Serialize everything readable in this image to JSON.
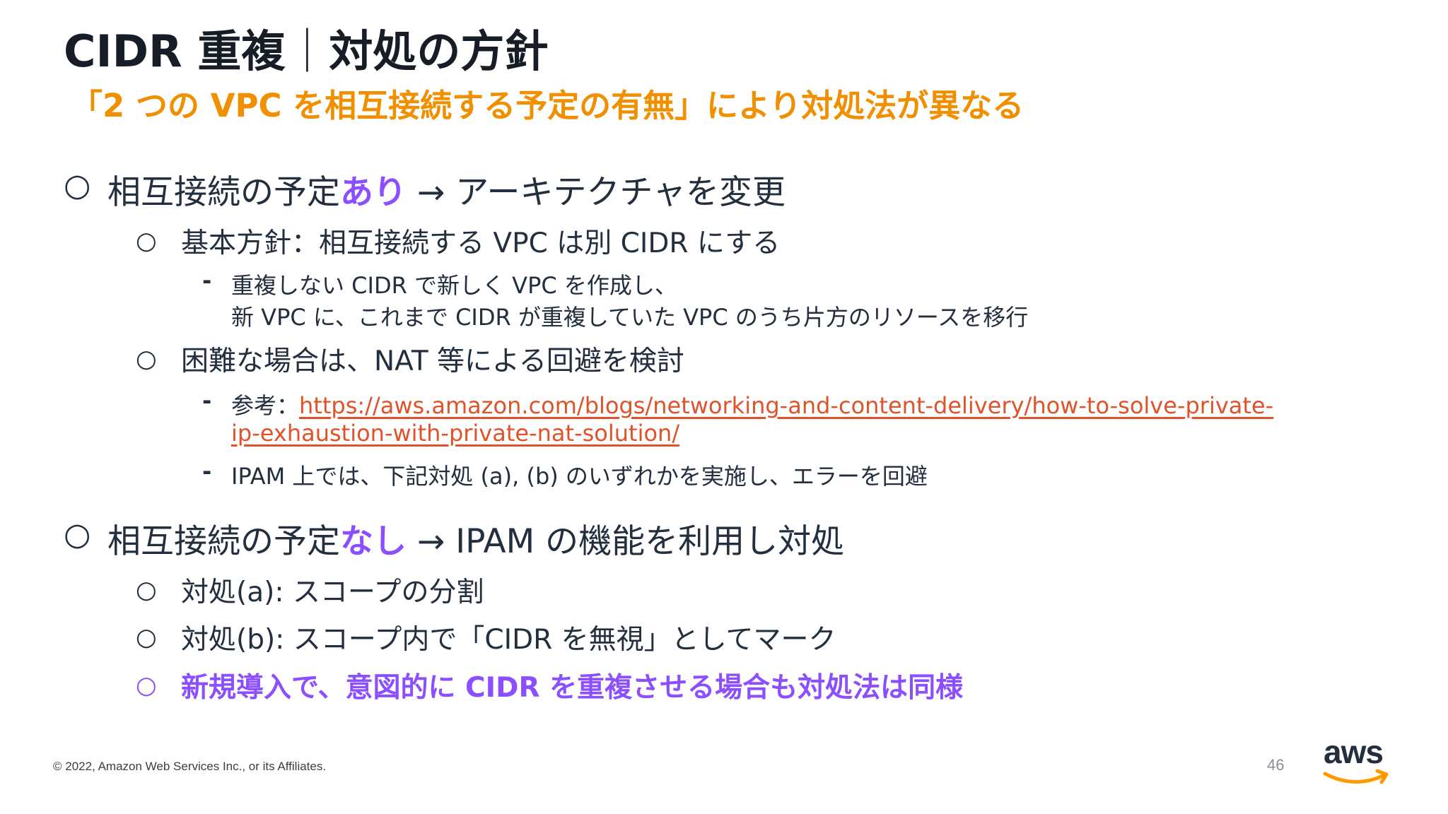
{
  "slide": {
    "title_main": "CIDR 重複",
    "title_separator": "｜",
    "title_sub": "対処の方針",
    "subtitle": "「2 つの VPC を相互接続する予定の有無」により対処法が異なる"
  },
  "section1": {
    "bullet": "○",
    "prefix": "相互接続の予定",
    "emphasis": "あり",
    "suffix": " → アーキテクチャを変更",
    "items": [
      {
        "bullet": "○",
        "text": "基本方針：相互接続する VPC は別 CIDR にする",
        "subitems": [
          {
            "dash": "-",
            "line1": "重複しない CIDR で新しく VPC を作成し、",
            "line2": "新 VPC に、これまで CIDR が重複していた VPC のうち片方のリソースを移行"
          }
        ]
      },
      {
        "bullet": "○",
        "text": "困難な場合は、NAT 等による回避を検討",
        "subitems": [
          {
            "dash": "-",
            "label": "参考：",
            "link_line1": "https://aws.amazon.com/blogs/networking-and-content-delivery/how-to-solve-private-",
            "link_line2": "ip-exhaustion-with-private-nat-solution/"
          },
          {
            "dash": "-",
            "line1": "IPAM 上では、下記対処 (a), (b) のいずれかを実施し、エラーを回避"
          }
        ]
      }
    ]
  },
  "section2": {
    "bullet": "○",
    "prefix": "相互接続の予定",
    "emphasis": "なし",
    "suffix": " → IPAM の機能を利用し対処",
    "items": [
      {
        "bullet": "○",
        "text": "対処(a): スコープの分割"
      },
      {
        "bullet": "○",
        "text": "対処(b): スコープ内で「CIDR を無視」としてマーク"
      },
      {
        "bullet": "○",
        "text": "新規導入で、意図的に CIDR を重複させる場合も対処法は同様"
      }
    ]
  },
  "footer": {
    "copyright": "© 2022, Amazon Web Services Inc., or its Affiliates.",
    "page_number": "46",
    "logo_text": "aws"
  },
  "colors": {
    "title": "#161d26",
    "subtitle": "#f08f00",
    "accent": "#8c4fff",
    "link": "#e0522a",
    "logo_smile": "#f90"
  }
}
